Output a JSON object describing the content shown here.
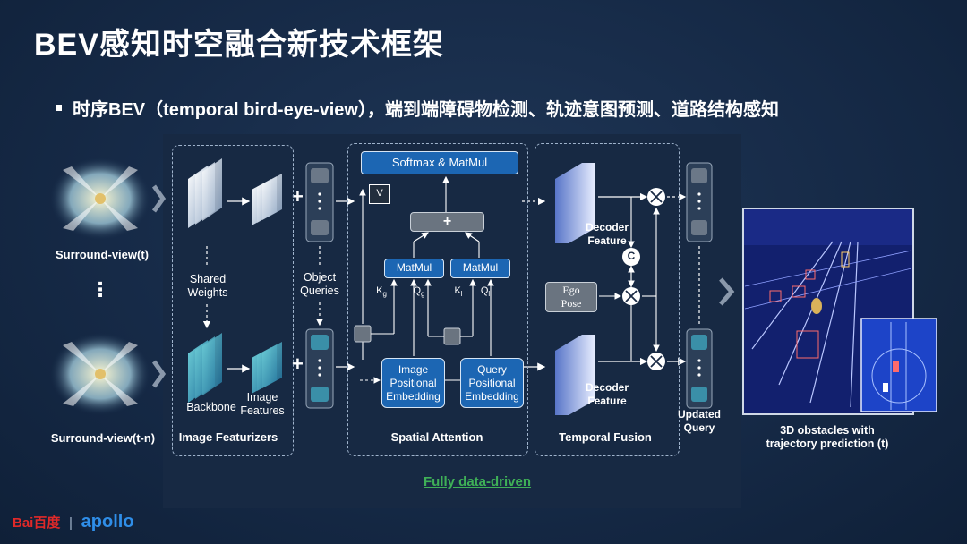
{
  "slide": {
    "title": "BEV感知时空融合新技术框架",
    "bullet": "时序BEV（temporal bird-eye-view），端到端障碍物检测、轨迹意图预测、道路结构感知"
  },
  "inputs": {
    "top_label": "Surround-view(t)",
    "ellipsis": "⋮",
    "bottom_label": "Surround-view(t-n)"
  },
  "image_featurizers": {
    "shared_weights": "Shared\nWeights",
    "backbone": "Backbone",
    "image_features": "Image\nFeatures",
    "title": "Image Featurizers"
  },
  "object_queries": {
    "label": "Object\nQueries"
  },
  "spatial_attention": {
    "softmax": "Softmax & MatMul",
    "v": "V",
    "plus": "+",
    "matmul_left": "MatMul",
    "matmul_right": "MatMul",
    "kg": "K",
    "kg_sub": "g",
    "qg": "Q",
    "qg_sub": "g",
    "kl": "K",
    "kl_sub": "l",
    "ql": "Q",
    "ql_sub": "l",
    "image_pe": "Image\nPositional\nEmbedding",
    "query_pe": "Query\nPositional\nEmbedding",
    "title": "Spatial Attention"
  },
  "temporal_fusion": {
    "decoder_top": "Decoder\nFeature",
    "decoder_bottom": "Decoder\nFeature",
    "ego_pose": "Ego\nPose",
    "concat": "C",
    "title": "Temporal Fusion"
  },
  "updated_query": {
    "label": "Updated\nQuery"
  },
  "output": {
    "label": "3D obstacles with\ntrajectory prediction (t)"
  },
  "footer": {
    "fully_data_driven": "Fully data-driven",
    "brand_baidu": "Bai百度",
    "brand_apollo": "apollo"
  },
  "colors": {
    "accent_blue": "#1c66b3",
    "green": "#3fb057",
    "background": "#162a47"
  }
}
